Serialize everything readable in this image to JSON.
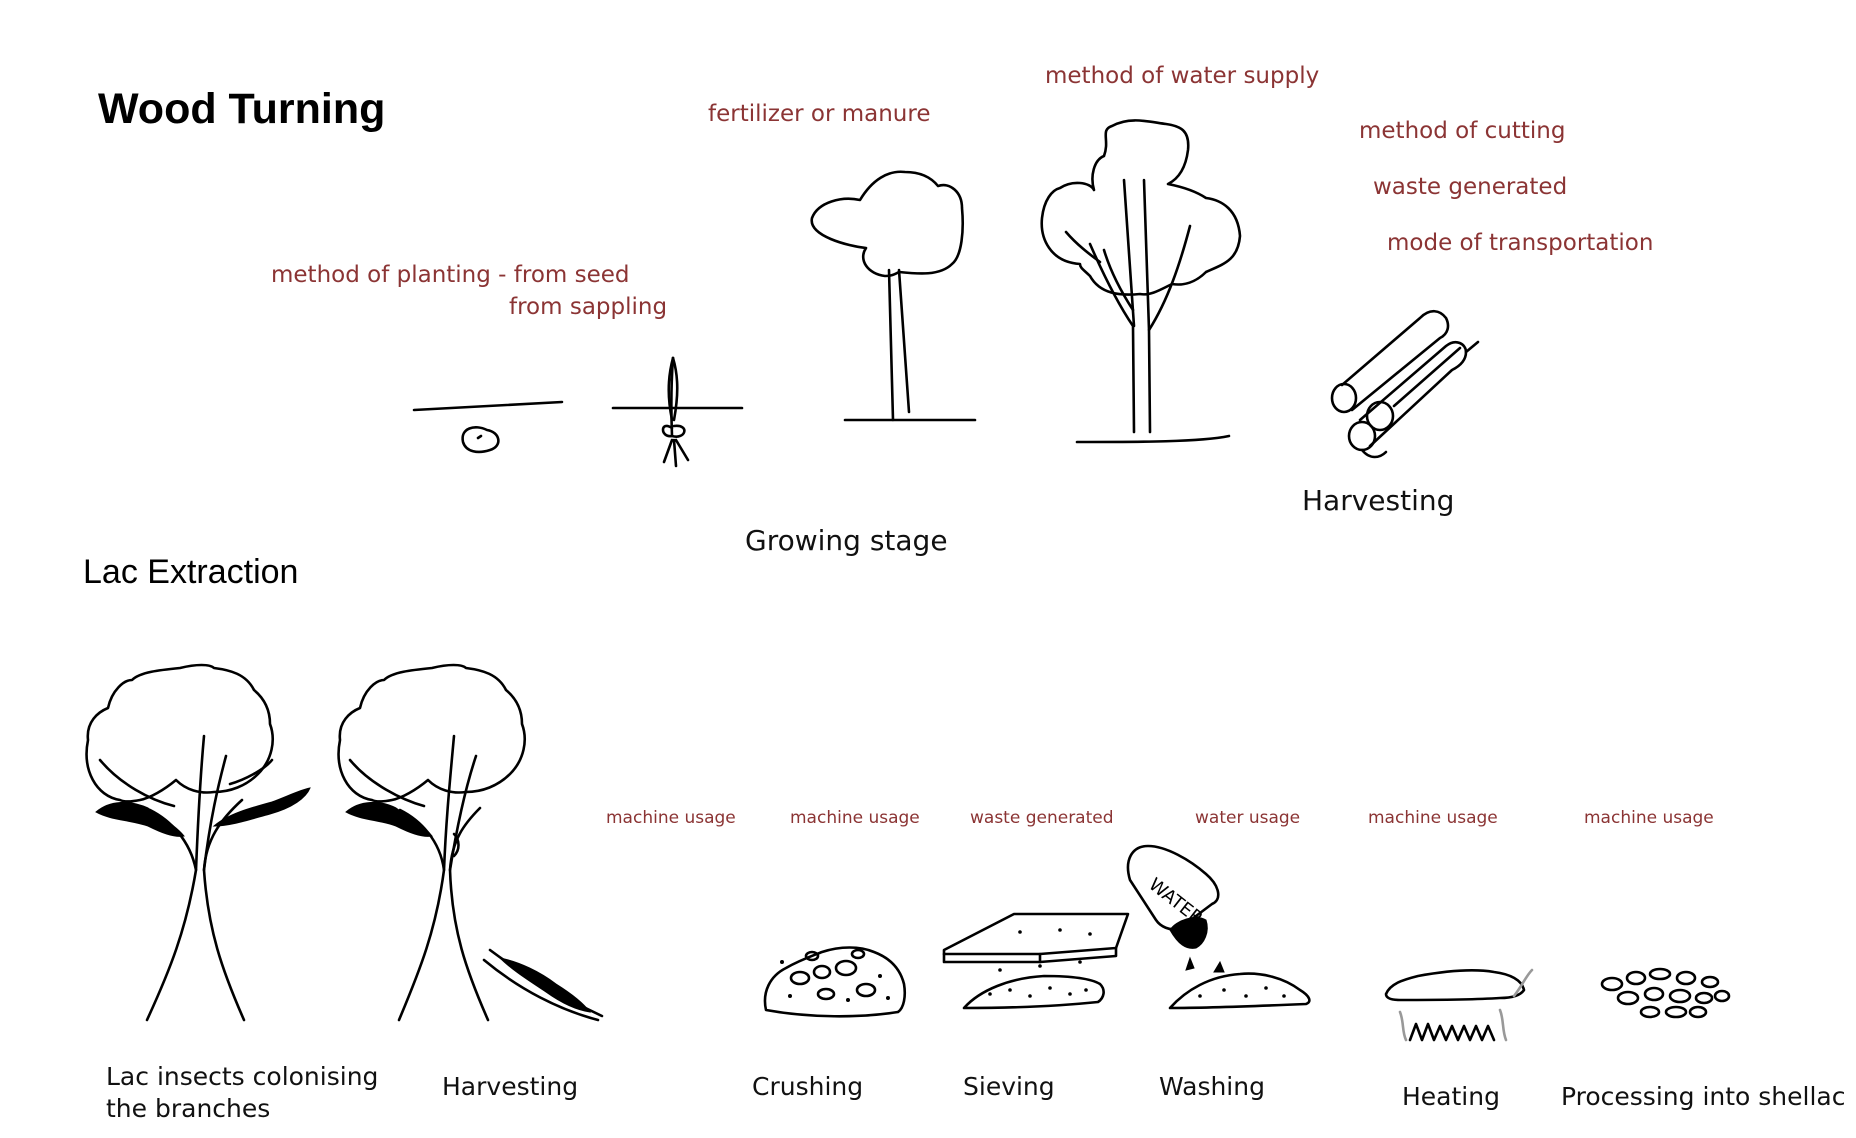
{
  "wood": {
    "title": "Wood Turning",
    "notes": {
      "planting_seed": "method of planting - from seed",
      "planting_sapling": "from sappling",
      "fertilizer": "fertilizer or manure",
      "water": "method of water supply",
      "cutting": "method of cutting",
      "waste": "waste generated",
      "transport": "mode of transportation"
    },
    "labels": {
      "growing": "Growing stage",
      "harvesting": "Harvesting"
    }
  },
  "lac": {
    "title": "Lac Extraction",
    "notes": [
      "machine usage",
      "machine usage",
      "waste generated",
      "water usage",
      "machine usage",
      "machine usage"
    ],
    "steps": {
      "colonising_line1": "Lac insects colonising",
      "colonising_line2": "the branches",
      "harvesting": "Harvesting",
      "crushing": "Crushing",
      "sieving": "Sieving",
      "washing": "Washing",
      "heating": "Heating",
      "processing": "Processing into shellac"
    },
    "bucket_text": "WATER"
  },
  "colors": {
    "note": "#8b3434",
    "ink": "#000000"
  }
}
